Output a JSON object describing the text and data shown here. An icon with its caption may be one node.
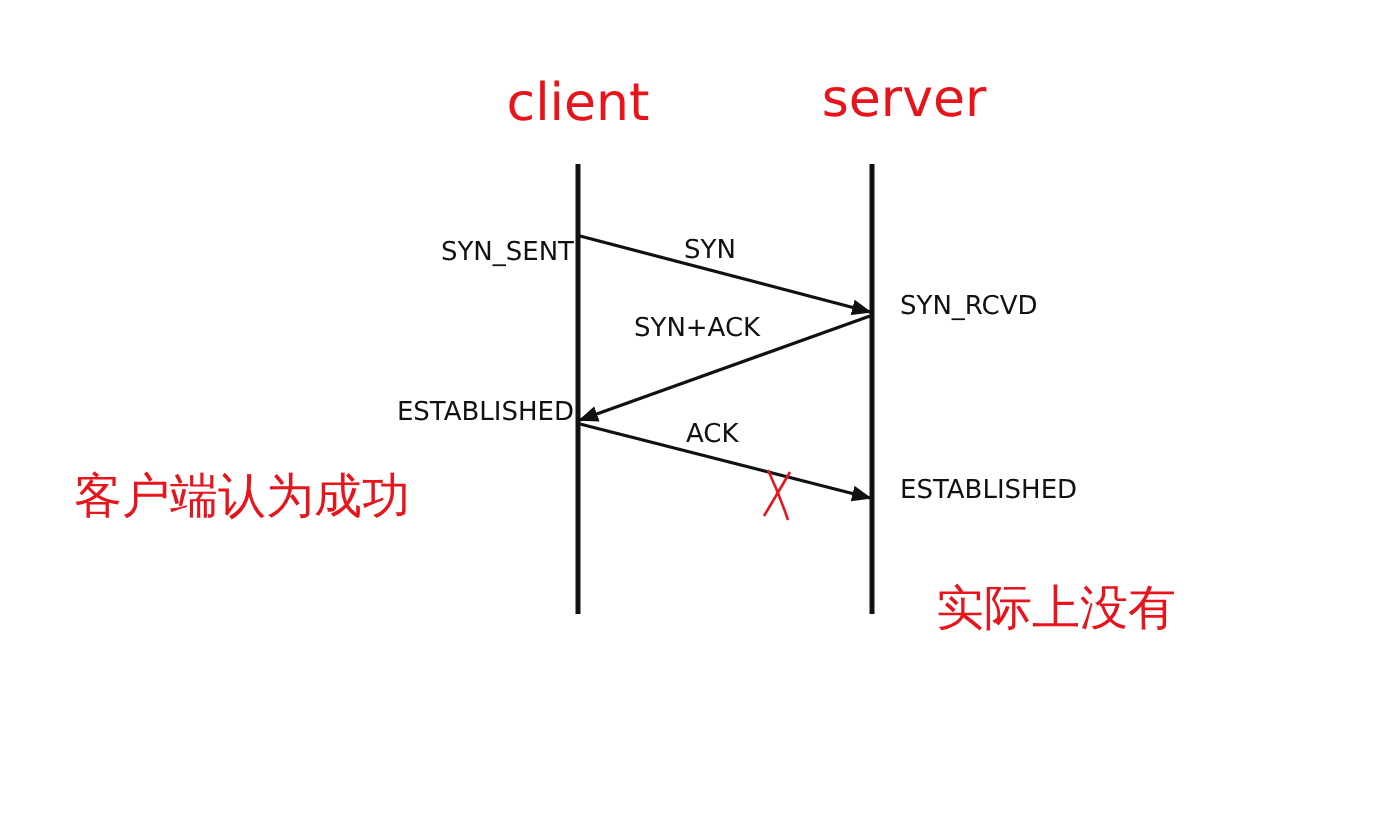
{
  "diagram": {
    "nodes": [
      {
        "text": [
          "client"
        ]
      },
      {
        "text": [
          "server"
        ]
      }
    ],
    "edges": [
      {
        "from": 0,
        "to": 1,
        "arrow": "to",
        "label": "SYN"
      },
      {
        "from": 1,
        "to": 0,
        "arrow": "to",
        "label": "SYN+ACK"
      },
      {
        "from": 0,
        "to": 1,
        "arrow": "to",
        "label": "ACK"
      }
    ],
    "labels": [
      "SYN_SENT",
      "SYN_RCVD",
      "ESTABLISHED",
      "客户端认为成功",
      "ESTABLISHED",
      "实际上没有"
    ]
  }
}
